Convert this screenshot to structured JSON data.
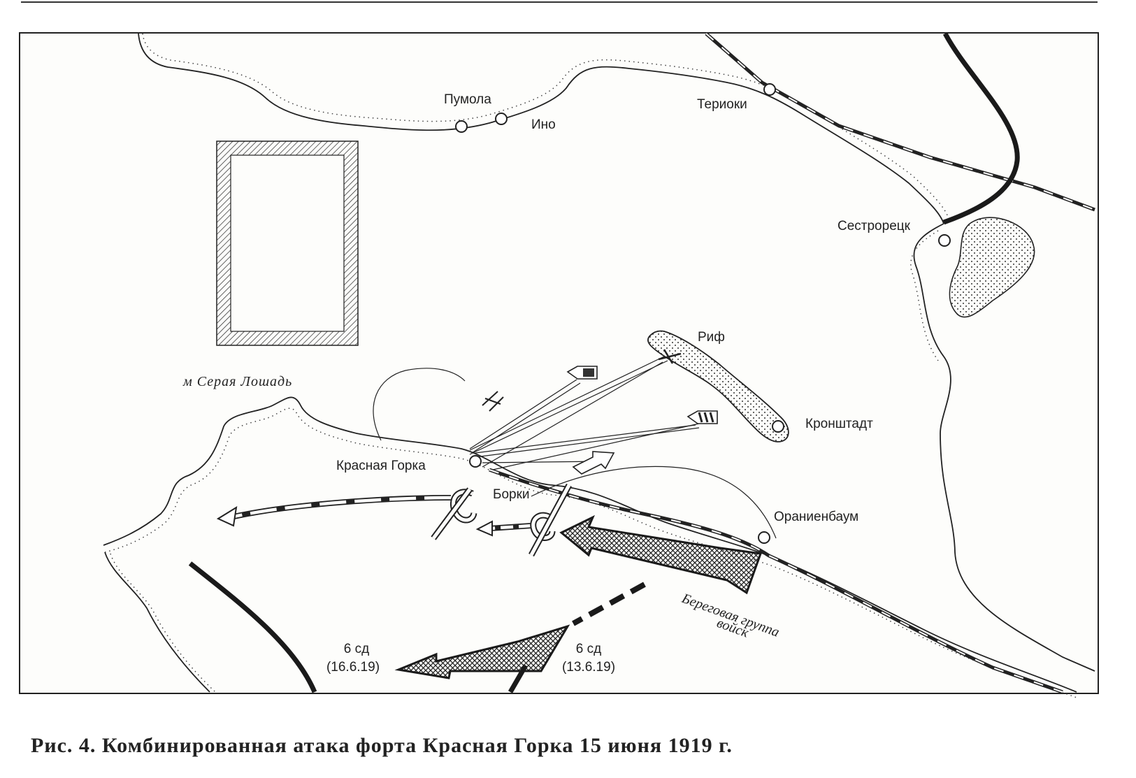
{
  "places": {
    "pumola": "Пумола",
    "ino": "Ино",
    "terioki": "Териоки",
    "sestroretsk": "Сестрорецк",
    "rif": "Риф",
    "kronshtadt": "Кронштадт",
    "krasnaya_gorka": "Красная Горка",
    "borki": "Борки",
    "oranienbaum": "Ораниенбаум",
    "seraya_loshad": "м Серая Лошадь"
  },
  "units": {
    "coastal_group_line1": "Береговая группа",
    "coastal_group_line2": "войск",
    "div6_a_name": "6 сд",
    "div6_a_date": "(16.6.19)",
    "div6_b_name": "6 сд",
    "div6_b_date": "(13.6.19)"
  },
  "caption": "Рис. 4. Комбинированная атака форта  Красная Горка 15 июня 1919 г.",
  "colors": {
    "ink": "#1a1a1a",
    "paper": "#fdfdfb"
  }
}
